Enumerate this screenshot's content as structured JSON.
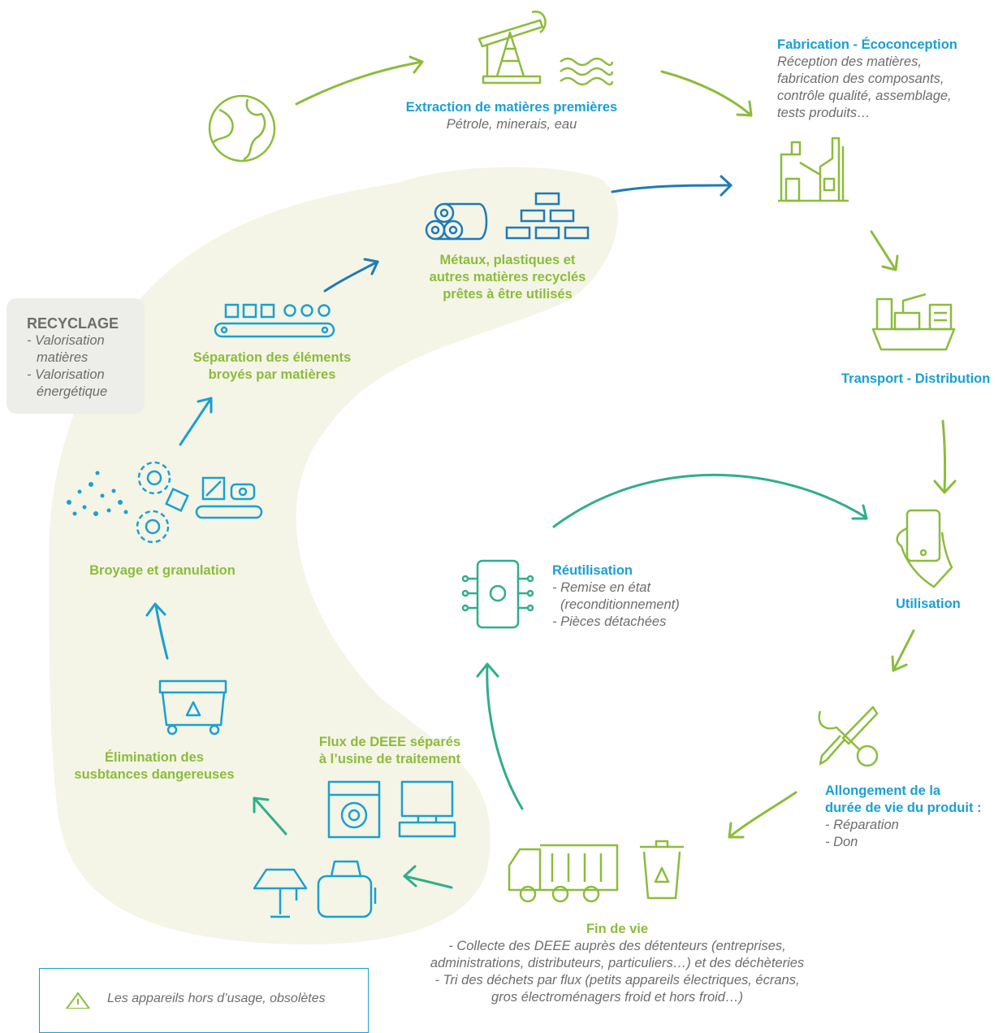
{
  "colors": {
    "green": "#8cbc3c",
    "blue": "#1aa0d2",
    "dark_blue": "#1f7ab8",
    "teal": "#2fae8c",
    "grey_text": "#6d6d6d",
    "blob": "#f4f5e6"
  },
  "extraction": {
    "title": "Extraction de matières premières",
    "detail": "Pétrole, minerais, eau"
  },
  "fabrication": {
    "title": "Fabrication - Écoconception",
    "lines": [
      "Réception des matières,",
      "fabrication des composants,",
      "contrôle qualité, assemblage,",
      "tests produits…"
    ]
  },
  "transport": {
    "title": "Transport - Distribution"
  },
  "utilisation": {
    "title": "Utilisation"
  },
  "allongement": {
    "title_lines": [
      "Allongement de la",
      "durée de vie du produit :"
    ],
    "items": [
      "- Réparation",
      "- Don"
    ]
  },
  "fin_de_vie": {
    "title": "Fin de vie",
    "lines": [
      "- Collecte des DEEE auprès des détenteurs (entreprises,",
      "administrations, distributeurs, particuliers…) et des déchèteries",
      "- Tri des déchets par flux (petits appareils électriques, écrans,",
      "gros électroménagers froid et hors froid…)"
    ]
  },
  "reutilisation": {
    "title": "Réutilisation",
    "lines": [
      "- Remise en état",
      "(reconditionnement)",
      "- Pièces détachées"
    ]
  },
  "flux": {
    "title_lines": [
      "Flux de DEEE séparés",
      "à l’usine de traitement"
    ]
  },
  "elimination": {
    "title_lines": [
      "Élimination des",
      "susbtances dangereuses"
    ]
  },
  "broyage": {
    "title": "Broyage et granulation"
  },
  "separation": {
    "title_lines": [
      "Séparation des éléments",
      "broyés par matières"
    ]
  },
  "metaux": {
    "title_lines": [
      "Métaux, plastiques et",
      "autres matières recyclés",
      "prêtes à être utilisés"
    ]
  },
  "recyclage": {
    "title": "RECYCLAGE",
    "lines": [
      "- Valorisation",
      "matières",
      "- Valorisation",
      "énergétique"
    ]
  },
  "warning": {
    "text": "Les appareils hors d’usage, obsolètes"
  },
  "icons": [
    "globe-icon",
    "oil-pump-icon",
    "water-waves-icon",
    "factory-icon",
    "cargo-ship-icon",
    "smartphone-hand-icon",
    "wrench-screwdriver-icon",
    "garbage-truck-icon",
    "recycle-bin-icon",
    "circuit-phone-icon",
    "lamp-icon",
    "toaster-icon",
    "washing-machine-icon",
    "tv-monitor-icon",
    "hazard-dumpster-icon",
    "gears-icon",
    "granules-icon",
    "conveyor-icon",
    "material-rolls-icon",
    "bricks-icon",
    "warning-icon"
  ]
}
